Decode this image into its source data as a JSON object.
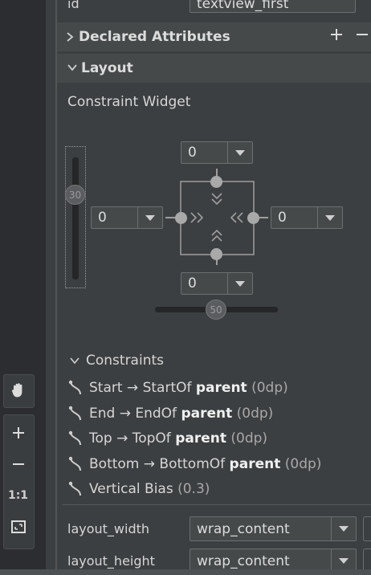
{
  "id_row": {
    "label": "id",
    "value": "textview_first"
  },
  "declared_attributes": {
    "title": "Declared Attributes"
  },
  "layout": {
    "title": "Layout"
  },
  "constraint_widget": {
    "title": "Constraint Widget",
    "top_margin": "0",
    "left_margin": "0",
    "right_margin": "0",
    "bottom_margin": "0",
    "vertical_bias": "30",
    "horizontal_bias": "50"
  },
  "constraints": {
    "title": "Constraints",
    "items": [
      {
        "pre": "Start → StartOf ",
        "bold": "parent",
        "post": " (0dp)"
      },
      {
        "pre": "End → EndOf ",
        "bold": "parent",
        "post": " (0dp)"
      },
      {
        "pre": "Top → TopOf ",
        "bold": "parent",
        "post": " (0dp)"
      },
      {
        "pre": "Bottom → BottomOf ",
        "bold": "parent",
        "post": " (0dp)"
      },
      {
        "pre": "Vertical Bias ",
        "bold": "",
        "post": " (0.3)"
      }
    ]
  },
  "layout_width": {
    "label": "layout_width",
    "value": "wrap_content"
  },
  "layout_height": {
    "label": "layout_height",
    "value": "wrap_content"
  },
  "tools": {
    "zoom_reset": "1:1"
  }
}
